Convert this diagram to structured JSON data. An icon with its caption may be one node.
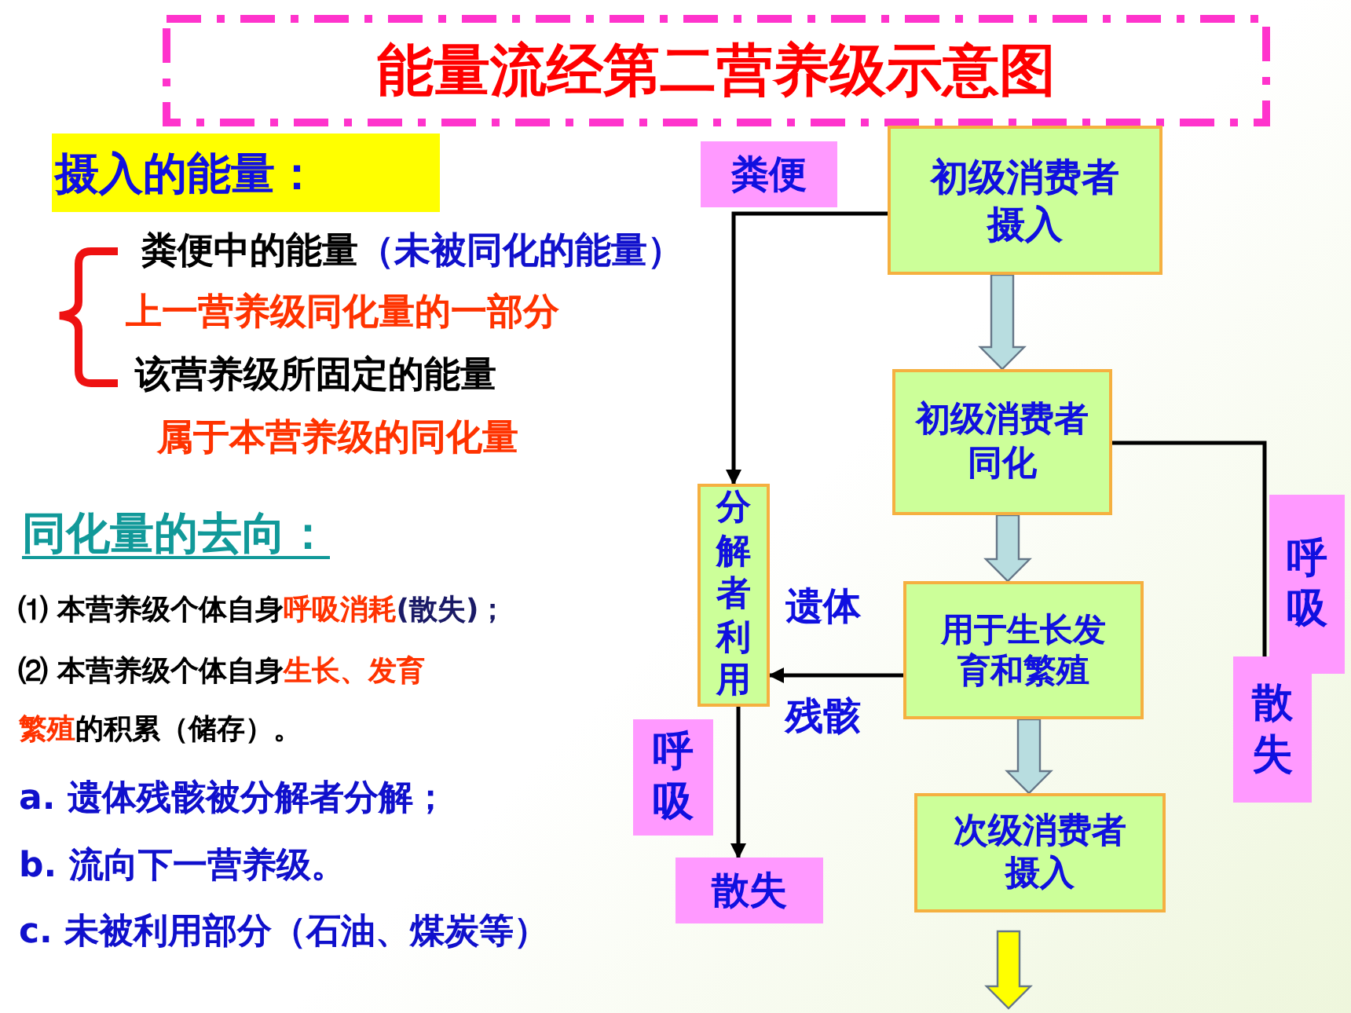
{
  "diagram": {
    "title": "能量流经第二营养级示意图",
    "nodes": [
      {
        "text": [
          "初级消费者摄入"
        ]
      },
      {
        "text": [
          "初级消费者同化"
        ]
      },
      {
        "text": [
          "用于生长发育和繁殖"
        ]
      },
      {
        "text": [
          "次级消费者摄入"
        ]
      },
      {
        "text": [
          "粪便"
        ]
      },
      {
        "text": [
          "分解者利用"
        ]
      },
      {
        "text": [
          "呼吸"
        ]
      },
      {
        "text": [
          "散失"
        ]
      },
      {
        "text": [
          "呼吸"
        ]
      },
      {
        "text": [
          "散失"
        ]
      },
      {
        "text": [
          "摄入的能量："
        ]
      }
    ],
    "edges": [
      {
        "from": 0,
        "to": 1,
        "arrow": "to",
        "style": "thick"
      },
      {
        "from": 1,
        "to": 2,
        "arrow": "to",
        "style": "thick"
      },
      {
        "from": 2,
        "to": 3,
        "arrow": "to",
        "style": "thick"
      },
      {
        "from": 3,
        "to": null,
        "arrow": "to",
        "style": "thick",
        "color": "#ffff00"
      },
      {
        "from": 0,
        "to": 5,
        "arrow": "to"
      },
      {
        "from": 1,
        "to": 7,
        "arrow": "none"
      },
      {
        "from": 2,
        "to": 5,
        "arrow": "to",
        "label": "遗体"
      },
      {
        "from": 5,
        "to": 9,
        "arrow": "to"
      }
    ],
    "labels": [
      "粪便中的能量",
      "（未被同化的能量）",
      "上一营养级同化量的一部分",
      "该营养级所固定的能量",
      "属于本营养级的同化量",
      "同化量的去向：",
      "⑴ 本营养级个体自身",
      "呼吸消耗",
      "(散失)；",
      "⑵ 本营养级个体自身",
      "生长、发育",
      "繁殖",
      "的积累（储存）。",
      "a.  遗体残骸被分解者分解；",
      "b.  流向下一营养级。",
      "c.  未被利用部分（石油、煤炭等）",
      "残骸"
    ]
  }
}
